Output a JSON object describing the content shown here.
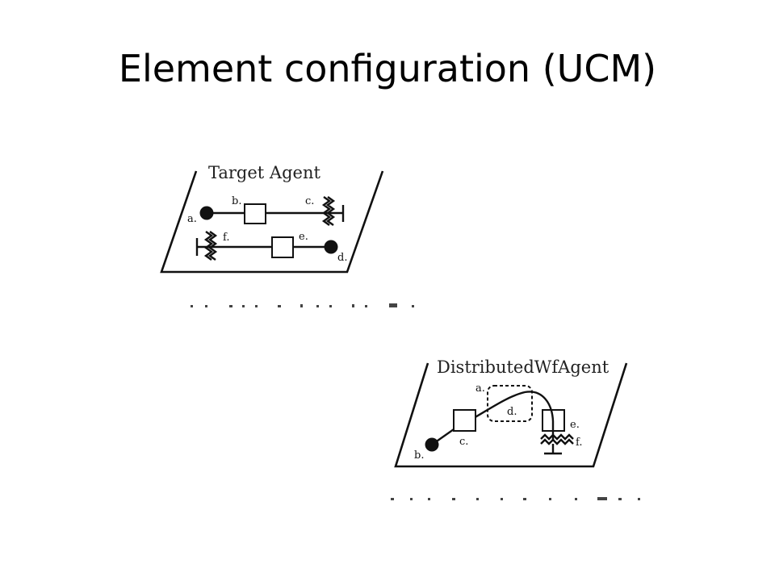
{
  "slide": {
    "title": "Element configuration (UCM)"
  },
  "diagram_top": {
    "agent_name": "Target Agent",
    "labels": {
      "a": "a.",
      "b": "b.",
      "c": "c.",
      "d": "d.",
      "e": "e.",
      "f": "f."
    }
  },
  "diagram_bottom": {
    "agent_name": "DistributedWfAgent",
    "labels": {
      "a": "a.",
      "b": "b.",
      "c": "c.",
      "d": "d.",
      "e": "e.",
      "f": "f."
    }
  }
}
